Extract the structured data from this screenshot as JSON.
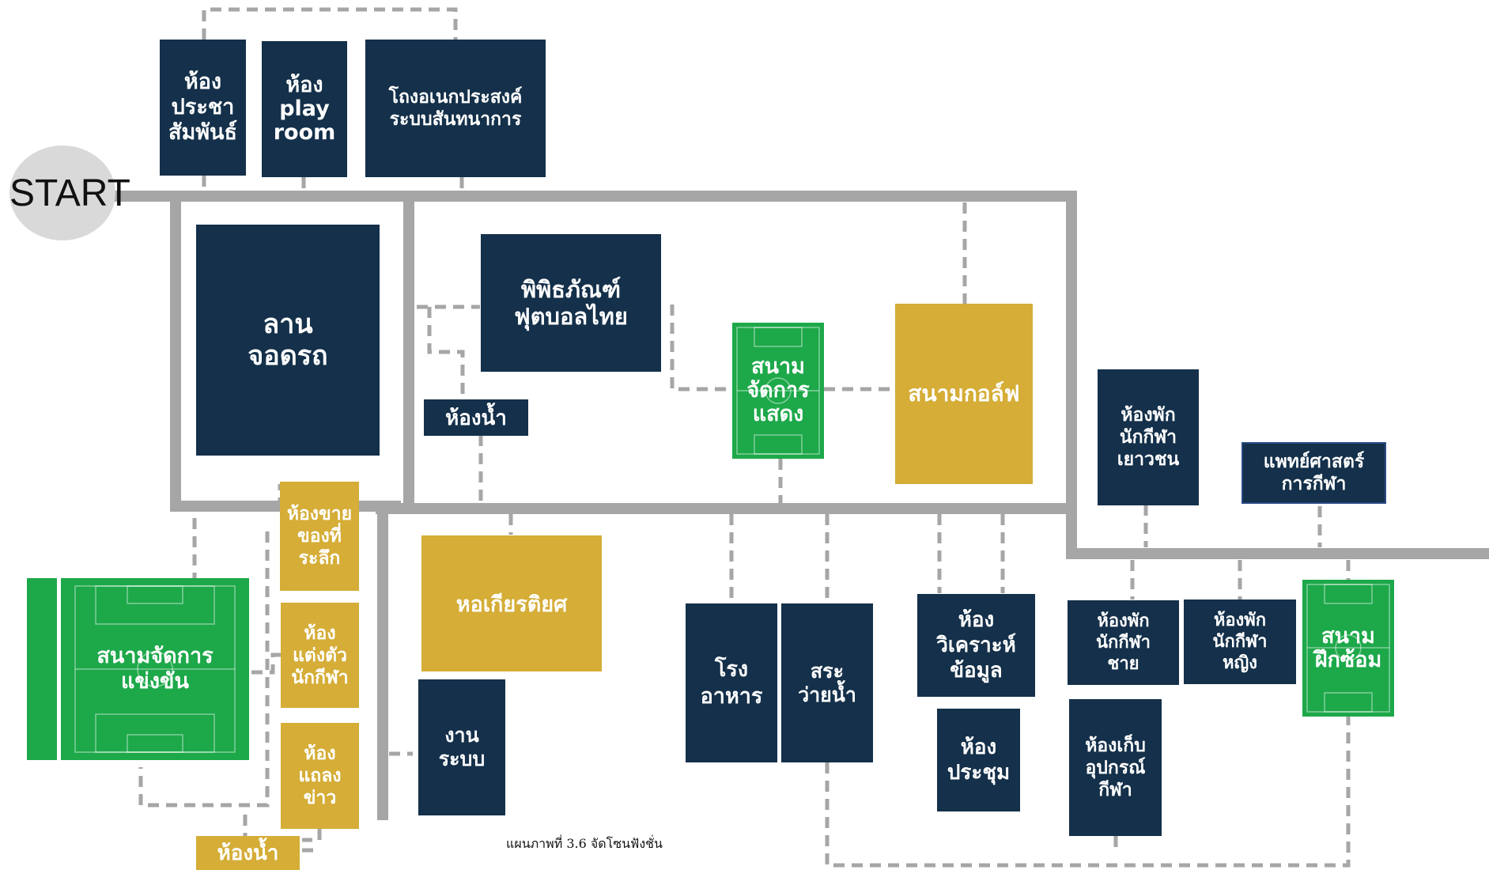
{
  "diagram": {
    "start_label": "START",
    "caption": "แผนภาพที่ 3.6 จัดโซนฟังชั่น",
    "colors": {
      "building": "#14304a",
      "gold_zone": "#d5ad37",
      "field": "#1da84a",
      "corridor": "#a6a6a6",
      "link": "#a6a6a6",
      "start_circle": "#d9d9d9"
    },
    "zones": {
      "pr_room": "ห้อง\nประชา\nสัมพันธ์",
      "play_room": "ห้อง\nplay\nroom",
      "multipurpose_dome": "โถงอเนกประสงค์\nระบบสันทนาการ",
      "parking": "ลาน\nจอดรถ",
      "museum": "พิพิธภัณฑ์\nฟุตบอลไทย",
      "restroom_upper": "ห้องน้ำ",
      "show_field": "สนาม\nจัดการ\nแสดง",
      "golf": "สนามกอล์ฟ",
      "youth_dorm": "ห้องพัก\nนักกีฬา\nเยาวชน",
      "sports_medicine": "แพทย์ศาสตร์\nการกีฬา",
      "souvenir_shop": "ห้องขาย\nของที่\nระลึก",
      "match_field": "สนามจัดการ\nแข่งขัน",
      "dressing_room": "ห้อง\nแต่งตัว\nนักกีฬา",
      "press_room": "ห้อง\nแถลง\nข่าว",
      "restroom_lower": "ห้องน้ำ",
      "hall_of_fame": "หอเกียรติยศ",
      "systems": "งาน\nระบบ",
      "canteen": "โรง\nอาหาร",
      "pool": "สระ\nว่ายน้ำ",
      "analysis_room": "ห้อง\nวิเคราะห์\nข้อมูล",
      "meeting_room": "ห้อง\nประชุม",
      "male_dorm": "ห้องพัก\nนักกีฬา\nชาย",
      "female_dorm": "ห้องพัก\nนักกีฬา\nหญิง",
      "equipment_store": "ห้องเก็บ\nอุปกรณ์\nกีฬา",
      "training_field": "สนาม\nฝึกซ้อม"
    }
  }
}
